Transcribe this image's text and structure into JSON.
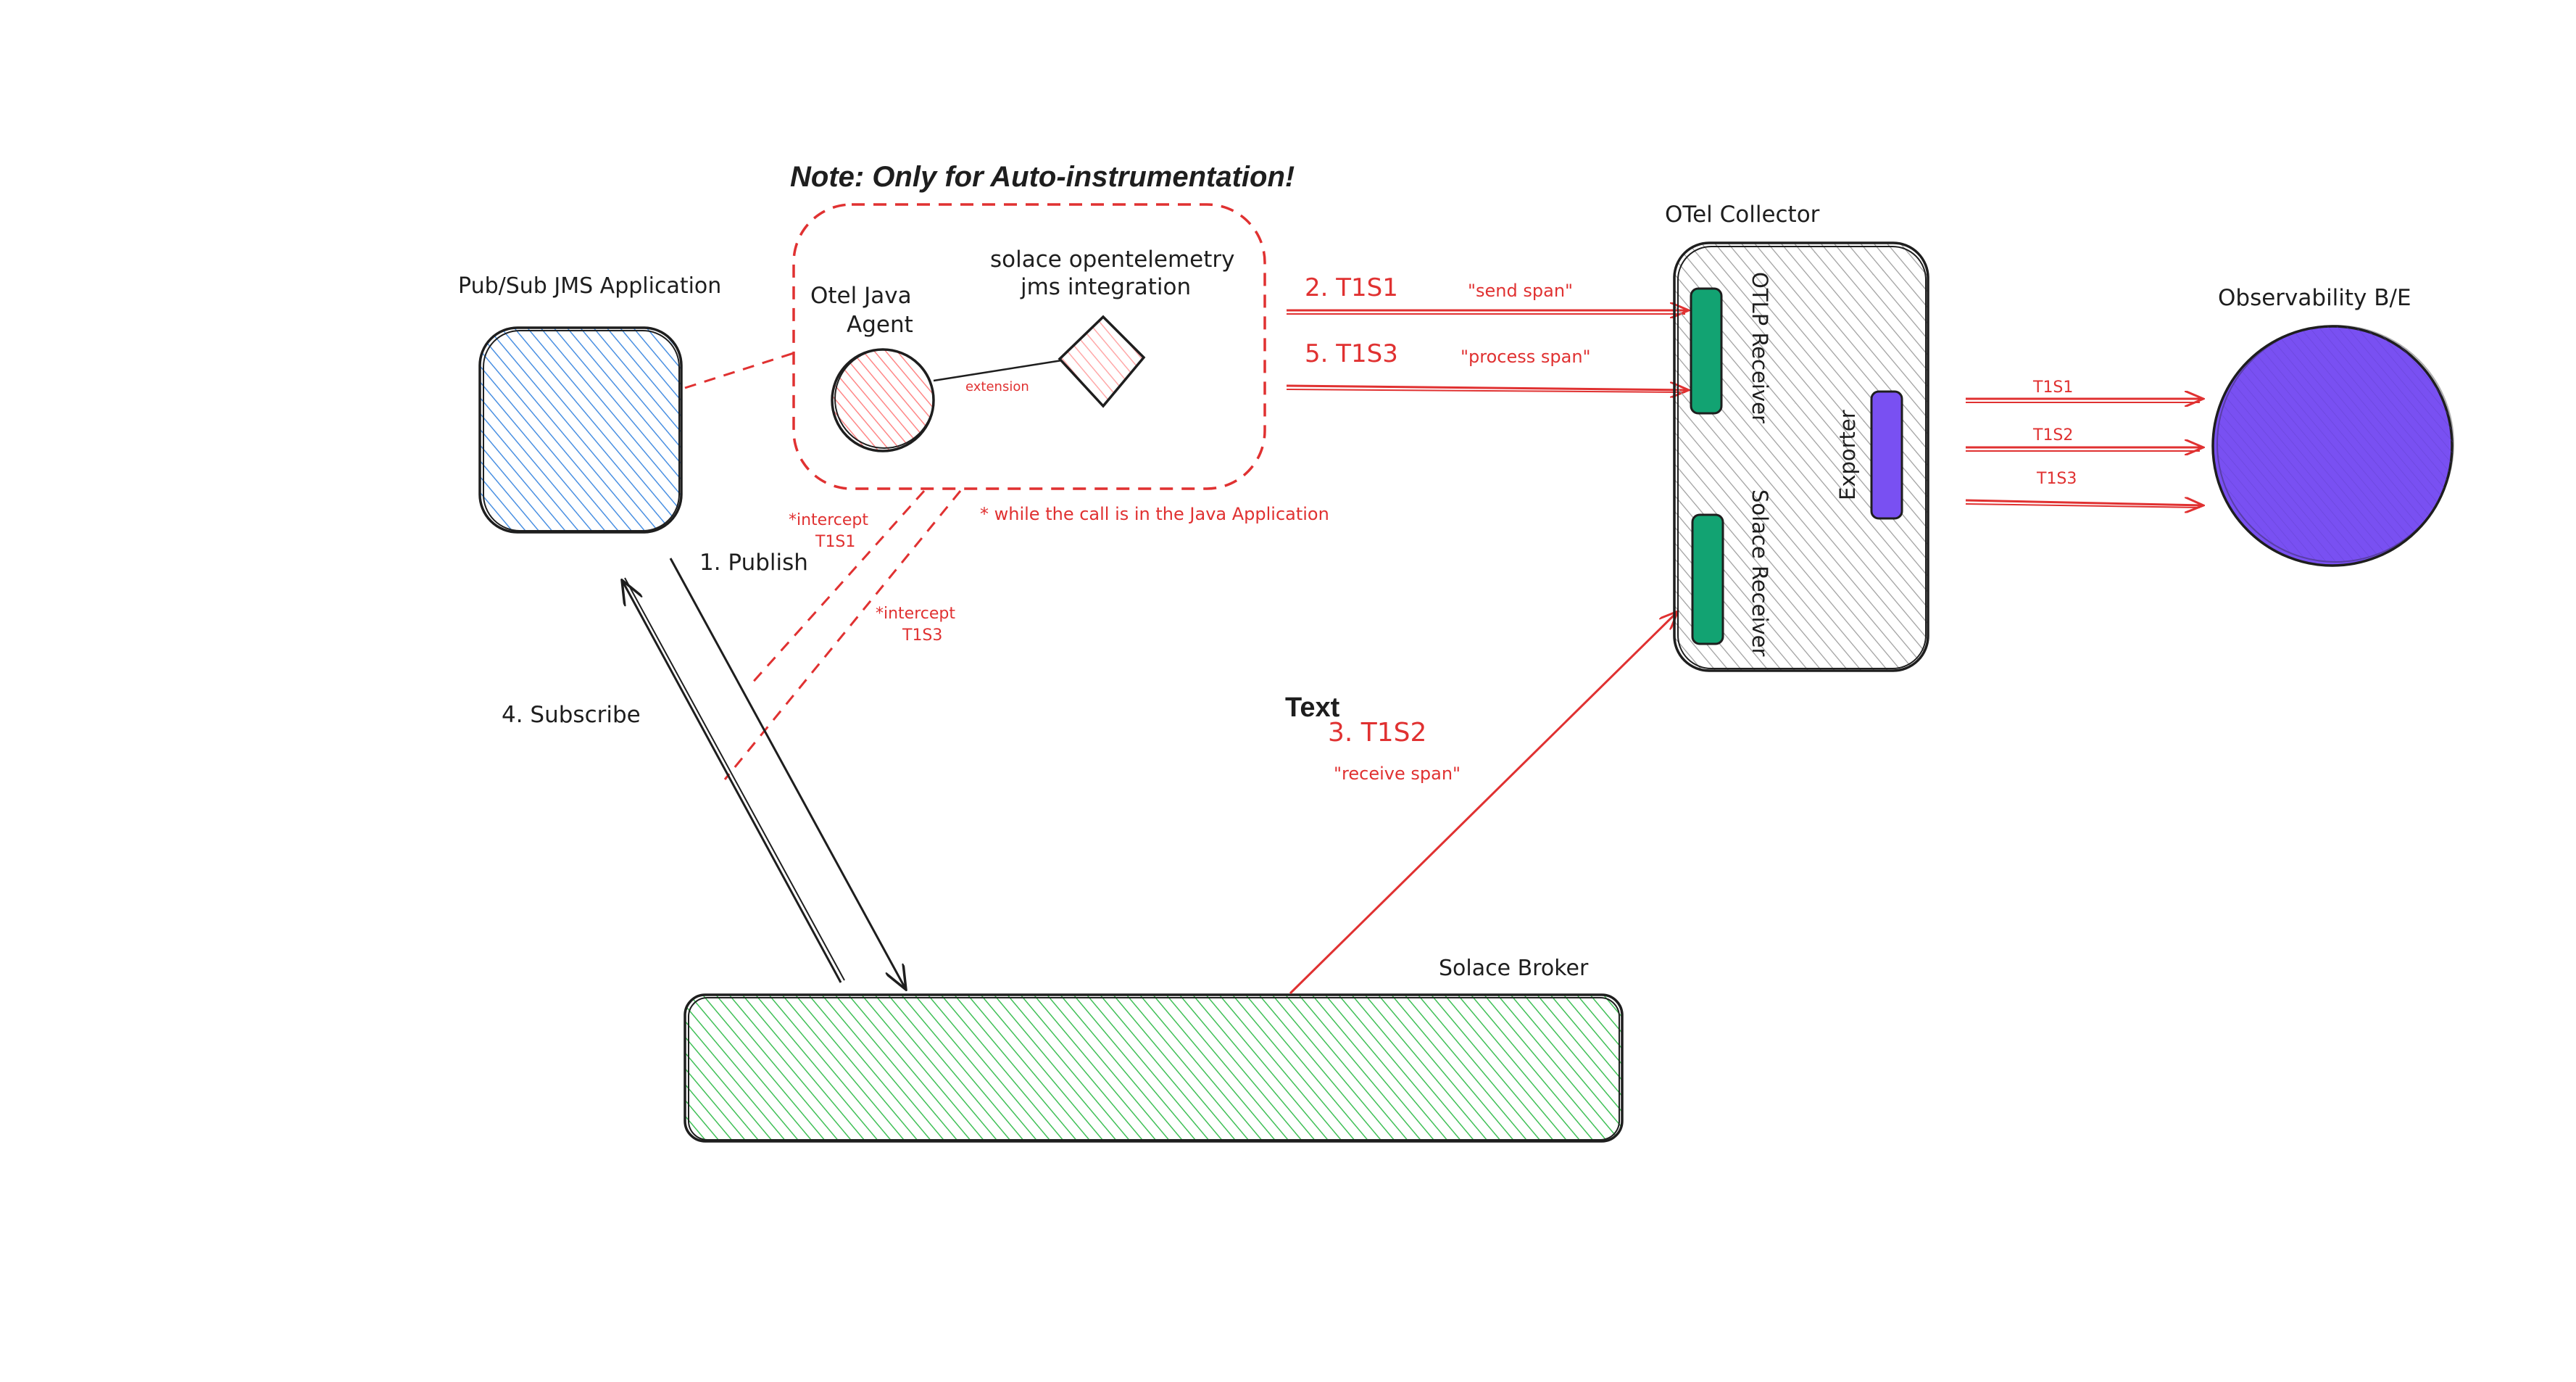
{
  "note": "Note: Only for Auto-instrumentation!",
  "labels": {
    "pubsub_app": "Pub/Sub JMS Application",
    "otel_agent": "Otel Java Agent",
    "otel_agent_line1": "Otel Java",
    "otel_agent_line2": "Agent",
    "solace_integration_line1": "solace opentelemetry",
    "solace_integration_line2": "jms integration",
    "extension": "extension",
    "otel_collector": "OTel Collector",
    "otlp_receiver": "OTLP Receiver",
    "solace_receiver": "Solace Receiver",
    "exporter": "Exporter",
    "observability": "Observability B/E",
    "solace_broker": "Solace Broker",
    "publish": "1. Publish",
    "subscribe": "4. Subscribe",
    "text": "Text",
    "step2": "2. T1S1",
    "step2_desc": "\"send span\"",
    "step5": "5. T1S3",
    "step5_desc": "\"process span\"",
    "step3": "3. T1S2",
    "step3_desc": "\"receive span\"",
    "intercept1_line1": "*intercept",
    "intercept1_line2": "T1S1",
    "intercept3_line1": "*intercept",
    "intercept3_line2": "T1S3",
    "while_note": "* while the call is in the Java Application",
    "out1": "T1S1",
    "out2": "T1S2",
    "out3": "T1S3"
  },
  "colors": {
    "app_blue": "#4a90e2",
    "agent_red": "#ff8787",
    "integration_red": "#ffa8a8",
    "receiver_green": "#12a372",
    "exporter_purple": "#7950f2",
    "observability_purple": "#7950f2",
    "broker_green": "#40c057",
    "collector_gray": "#9e9e9e",
    "annotation_red": "#e03131",
    "stroke": "#1e1e1e"
  }
}
